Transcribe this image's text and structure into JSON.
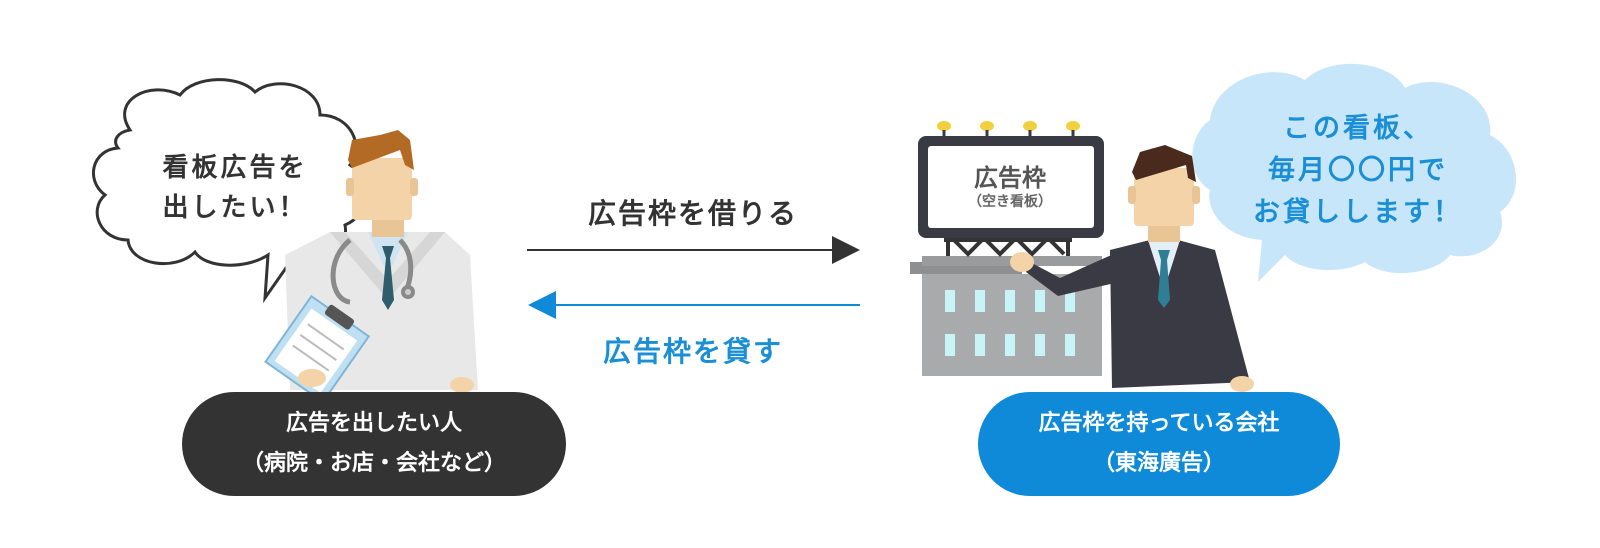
{
  "colors": {
    "dark": "#333333",
    "blue": "#0f8ad9",
    "blue_text": "#1a8fd6",
    "cloud_blue": "#c8e6fa",
    "suit": "#3a3a44",
    "building": "#a9aaab",
    "skin": "#f4d3a8",
    "hair": "#b26a25"
  },
  "left_party": {
    "speech_line1": "看板広告を",
    "speech_line2": "出したい！",
    "label_line1": "広告を出したい人",
    "label_line2": "（病院・お店・会社など）"
  },
  "right_party": {
    "speech_line1": "この看板、",
    "speech_line2": "毎月〇〇円で",
    "speech_line3": "お貸しします！",
    "label_line1": "広告枠を持っている会社",
    "label_line2": "（東海廣告）"
  },
  "billboard": {
    "title": "広告枠",
    "subtitle": "（空き看板）"
  },
  "arrows": {
    "rent_label": "広告枠を借りる",
    "lend_label": "広告枠を貸す"
  },
  "icons": [
    "doctor-figure",
    "thought-cloud",
    "billboard-building",
    "businessman-figure",
    "speech-cloud",
    "arrow-right",
    "arrow-left"
  ]
}
